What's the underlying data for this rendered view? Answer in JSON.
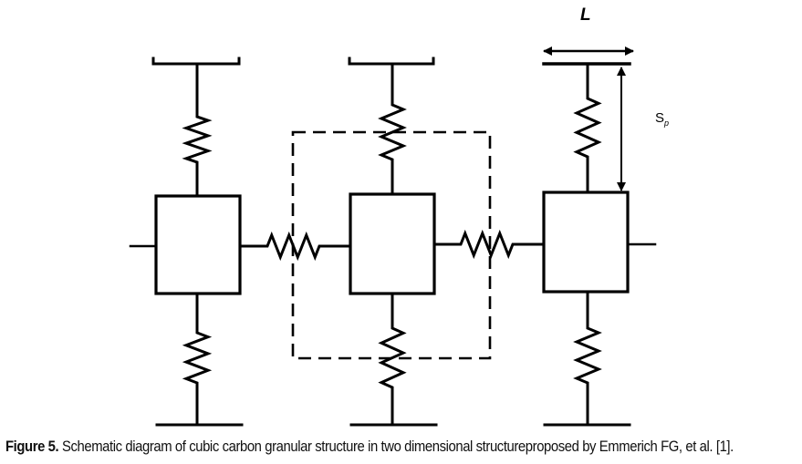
{
  "diagram": {
    "labels": {
      "length": "L",
      "spacing_main": "S",
      "spacing_sub": "p"
    },
    "columns": [
      "left-cell",
      "center-cell",
      "right-cell"
    ],
    "highlighted_cell": "center-cell",
    "components": {
      "cells": 3,
      "vertical_springs": 6,
      "horizontal_springs": 2,
      "plates": 6
    }
  },
  "caption": {
    "label": "Figure 5.",
    "text": " Schematic diagram of cubic carbon granular structure in two dimensional structure",
    "text2": "proposed by Emmerich FG, et al. [1]."
  }
}
